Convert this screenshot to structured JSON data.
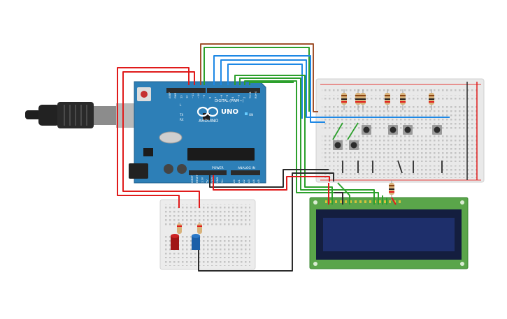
{
  "arduino": {
    "brand": "UNO",
    "logo_text": "ARDUINO",
    "digital_label": "DIGITAL (PWM~)",
    "power_label": "POWER",
    "analog_label": "ANALOG IN",
    "on_label": "ON",
    "tx_label": "TX",
    "rx_label": "RX",
    "l_label": "L",
    "digital_pins": [
      "AREF",
      "GND",
      "13",
      "12",
      "~11",
      "~10",
      "~9",
      "8",
      "7",
      "~6",
      "~5",
      "4",
      "~3",
      "2",
      "TX➔1",
      "RX←0"
    ],
    "power_pins": [
      "IOREF",
      "RESET",
      "3.3V",
      "5V",
      "GND",
      "GND",
      "Vin"
    ],
    "analog_pins": [
      "A0",
      "A1",
      "A2",
      "A3",
      "A4",
      "A5"
    ]
  },
  "colors": {
    "board": "#2d7fb7",
    "board_dark": "#1f5f8c",
    "lcd_pcb": "#5aa54a",
    "lcd_screen": "#1e2f6b",
    "breadboard": "#ececec",
    "wire_red": "#e01b1b",
    "wire_green": "#2ca02c",
    "wire_blue": "#1e88e5",
    "wire_black": "#2b2b2b",
    "wire_brown": "#a0522d",
    "led_red": "#a01515",
    "led_blue": "#1b5fa8"
  },
  "components": {
    "usb_cable": "usb-cable",
    "buttons_count": 6,
    "resistors_top_count": 6,
    "leds": [
      "red-led",
      "blue-led"
    ]
  }
}
